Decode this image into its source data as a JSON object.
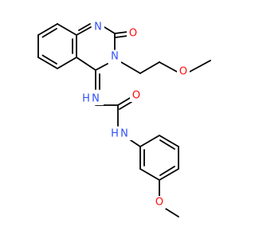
{
  "colors": {
    "bond": "#000000",
    "N": "#3050f8",
    "O": "#ff0d0d",
    "background": "#ffffff"
  },
  "atoms": [
    {
      "id": "n1",
      "label": "N",
      "element": "N",
      "name": "ring-nitrogen-1"
    },
    {
      "id": "o1",
      "label": "O",
      "element": "O",
      "name": "carbonyl-oxygen-ring"
    },
    {
      "id": "n3",
      "label": "N",
      "element": "N",
      "name": "ring-nitrogen-3"
    },
    {
      "id": "o2",
      "label": "O",
      "element": "O",
      "name": "ether-oxygen-side-chain"
    },
    {
      "id": "nh1",
      "label": "N",
      "element": "N",
      "name": "urea-nitrogen-1"
    },
    {
      "id": "h1",
      "label": "H",
      "element": "N",
      "name": "urea-hydrogen-1"
    },
    {
      "id": "o3",
      "label": "O",
      "element": "O",
      "name": "carbonyl-oxygen-urea"
    },
    {
      "id": "nh2",
      "label": "N",
      "element": "N",
      "name": "urea-nitrogen-2"
    },
    {
      "id": "h2",
      "label": "H",
      "element": "N",
      "name": "urea-hydrogen-2"
    },
    {
      "id": "o4",
      "label": "O",
      "element": "O",
      "name": "methoxy-oxygen-phenyl"
    }
  ]
}
